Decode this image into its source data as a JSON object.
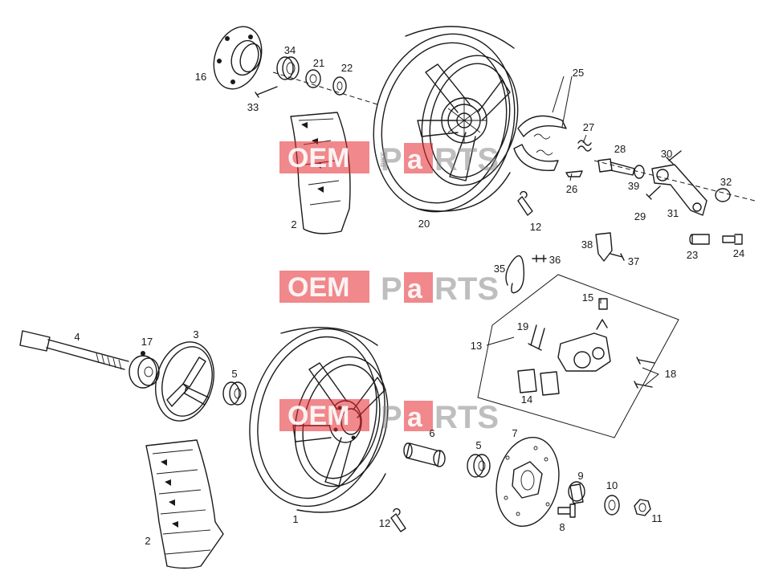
{
  "callouts": {
    "c1": "1",
    "c2a": "2",
    "c2b": "2",
    "c3": "3",
    "c4": "4",
    "c5a": "5",
    "c5b": "5",
    "c6": "6",
    "c7": "7",
    "c8": "8",
    "c9": "9",
    "c10": "10",
    "c11": "11",
    "c12a": "12",
    "c12b": "12",
    "c13": "13",
    "c14": "14",
    "c15": "15",
    "c16": "16",
    "c17": "17",
    "c18": "18",
    "c19": "19",
    "c20": "20",
    "c21": "21",
    "c22": "22",
    "c23": "23",
    "c24": "24",
    "c25": "25",
    "c26": "26",
    "c27": "27",
    "c28": "28",
    "c29": "29",
    "c30": "30",
    "c31": "31",
    "c32": "32",
    "c33": "33",
    "c34": "34",
    "c35": "35",
    "c36": "36",
    "c37": "37",
    "c38": "38",
    "c39": "39"
  },
  "watermark": {
    "oem": "OEM",
    "bike": "BIKE",
    "p": "P",
    "a": "a",
    "rts": "RTS",
    "color": "#e3262e"
  }
}
